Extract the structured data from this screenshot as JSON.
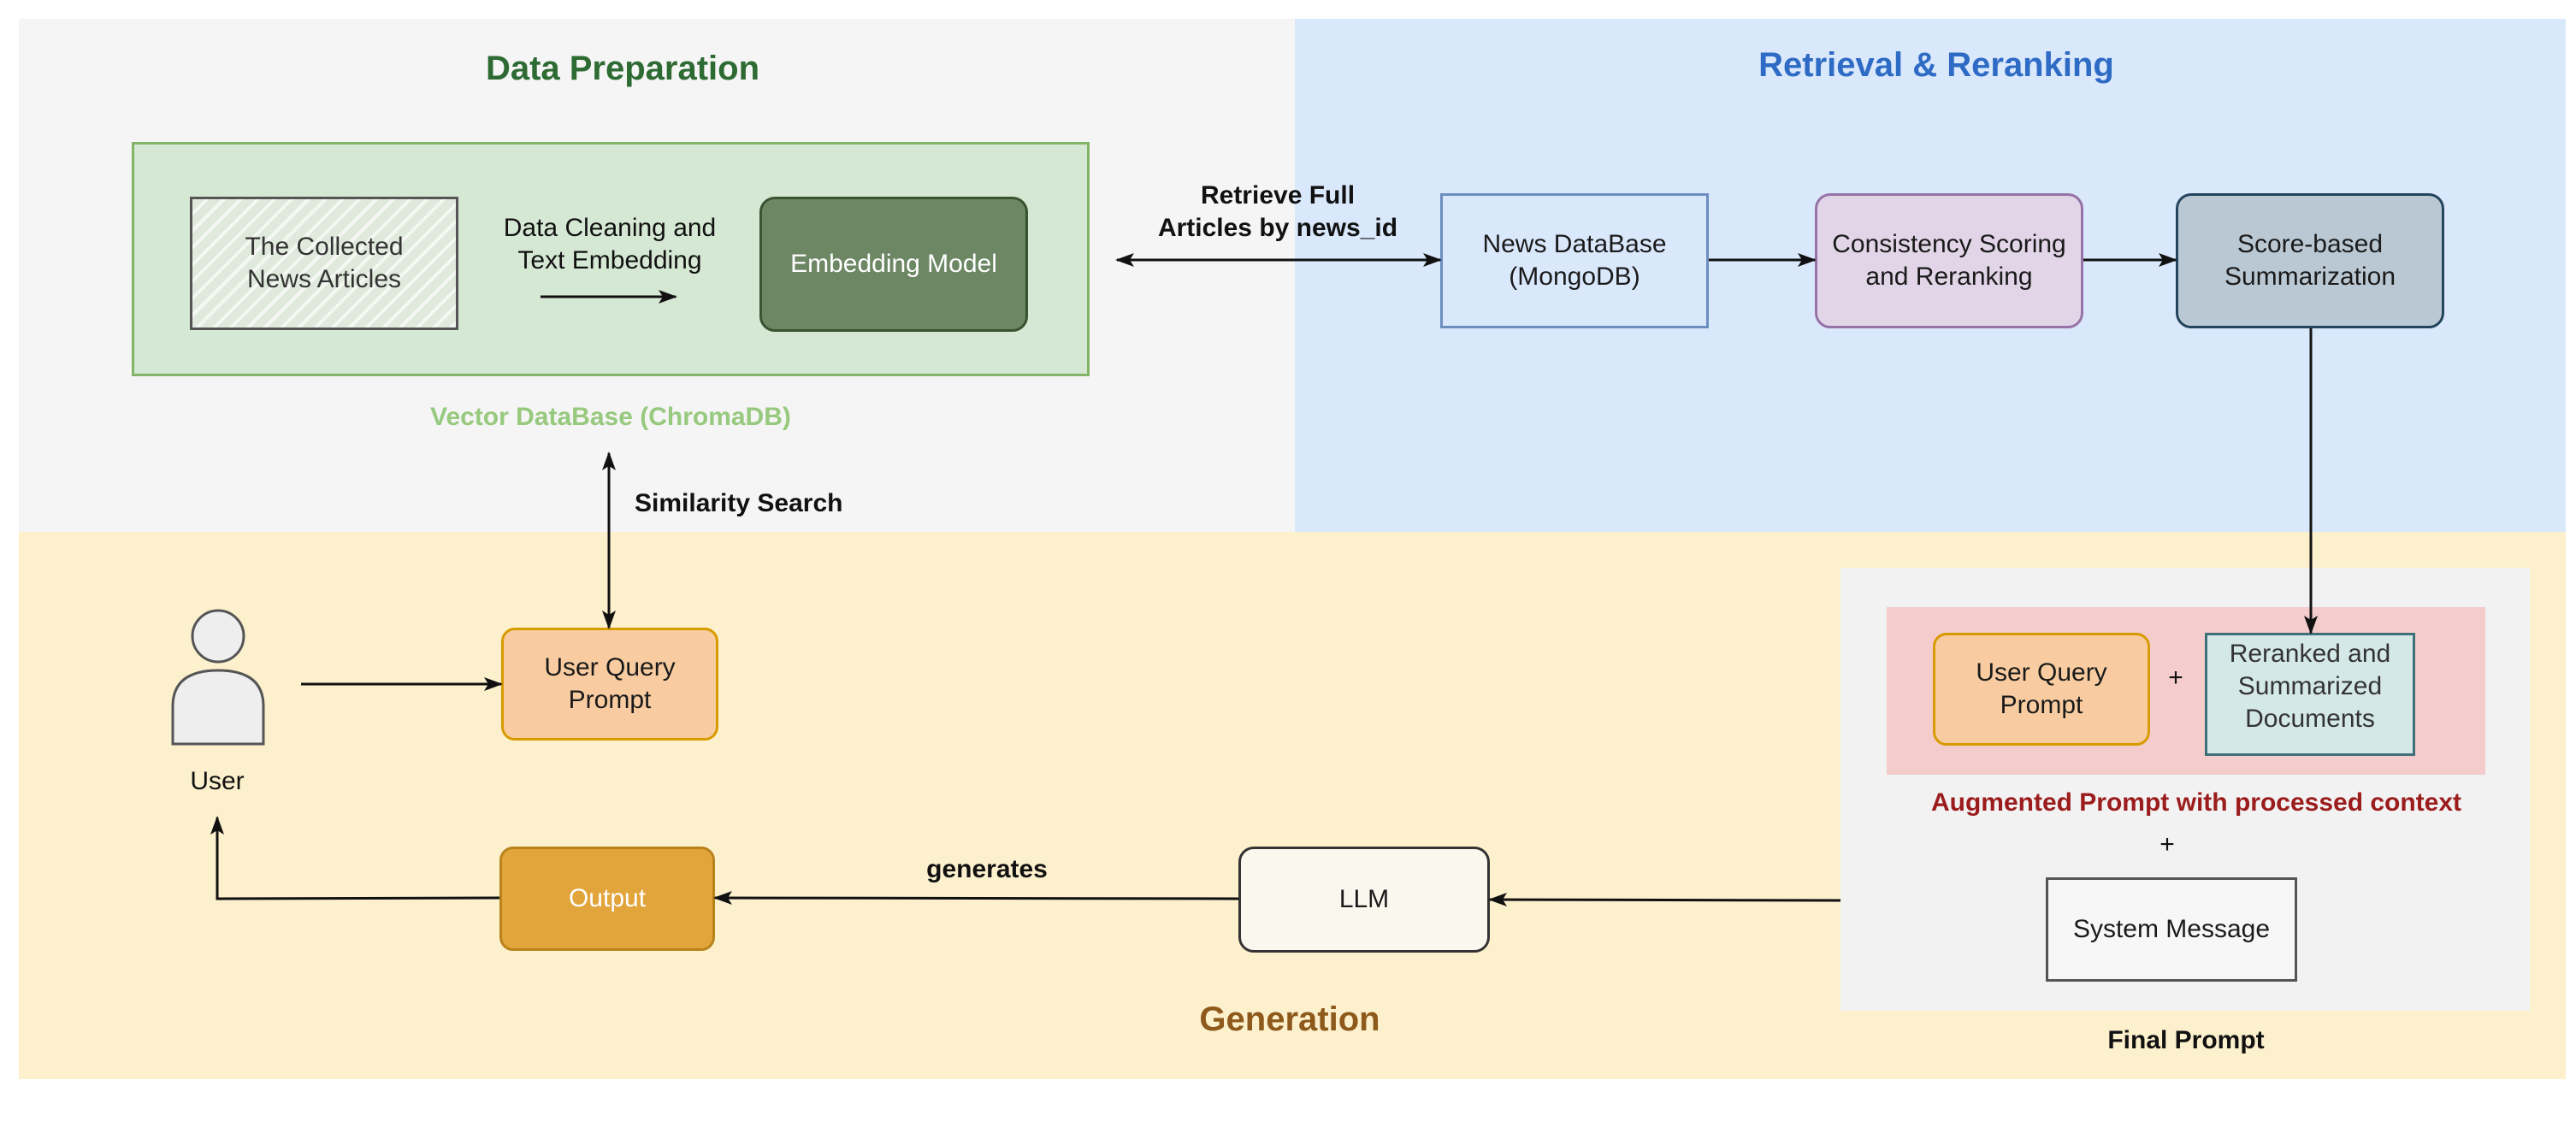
{
  "colors": {
    "prep_bg": "#f5f5f5",
    "retrieval_bg": "#dae8fc",
    "generation_bg": "#fcf0cd",
    "vector_db_fill": "#d5e8d4",
    "vector_db_border": "#82b366",
    "embedding_fill": "#6d8764",
    "news_db_fill": "#dae8fc",
    "news_db_border": "#6c8ebf",
    "consistency_fill": "#e1d5e7",
    "consistency_border": "#9673a6",
    "summarization_fill": "#bac8d3",
    "summarization_border": "#23445d",
    "query_fill": "#f8cca0",
    "query_border": "#d79b00",
    "output_fill": "#e2a53b",
    "llm_fill": "#faf7ee",
    "augmented_fill": "#f4cccc",
    "final_prompt_bg": "#f2f2f2",
    "prep_title": "#2e6b33",
    "retrieval_title": "#2e6bc5",
    "generation_title": "#8e5a1c",
    "vector_db_label": "#97c97e",
    "augmented_label": "#9b1c1c"
  },
  "sections": {
    "prep_title": "Data Preparation",
    "retrieval_title": "Retrieval & Reranking",
    "generation_title": "Generation"
  },
  "nodes": {
    "collected": "The Collected\nNews Articles",
    "cleaning": "Data Cleaning and\nText Embedding",
    "embedding_model": "Embedding Model",
    "vector_db_label": "Vector DataBase (ChromaDB)",
    "news_db": "News DataBase\n(MongoDB)",
    "consistency": "Consistency Scoring\nand Reranking",
    "summarization": "Score-based\nSummarization",
    "user": "User",
    "user_query": "User Query\nPrompt",
    "output": "Output",
    "llm": "LLM",
    "fp_user_query": "User Query\nPrompt",
    "plus_inner": "+",
    "reranked": "Reranked and\nSummarized\nDocuments",
    "augmented_label": "Augmented Prompt with processed context",
    "plus_outer": "+",
    "system_message": "System Message",
    "final_prompt": "Final Prompt"
  },
  "edges": {
    "retrieve": "Retrieve Full\nArticles by news_id",
    "similarity": "Similarity Search",
    "generates": "generates"
  }
}
